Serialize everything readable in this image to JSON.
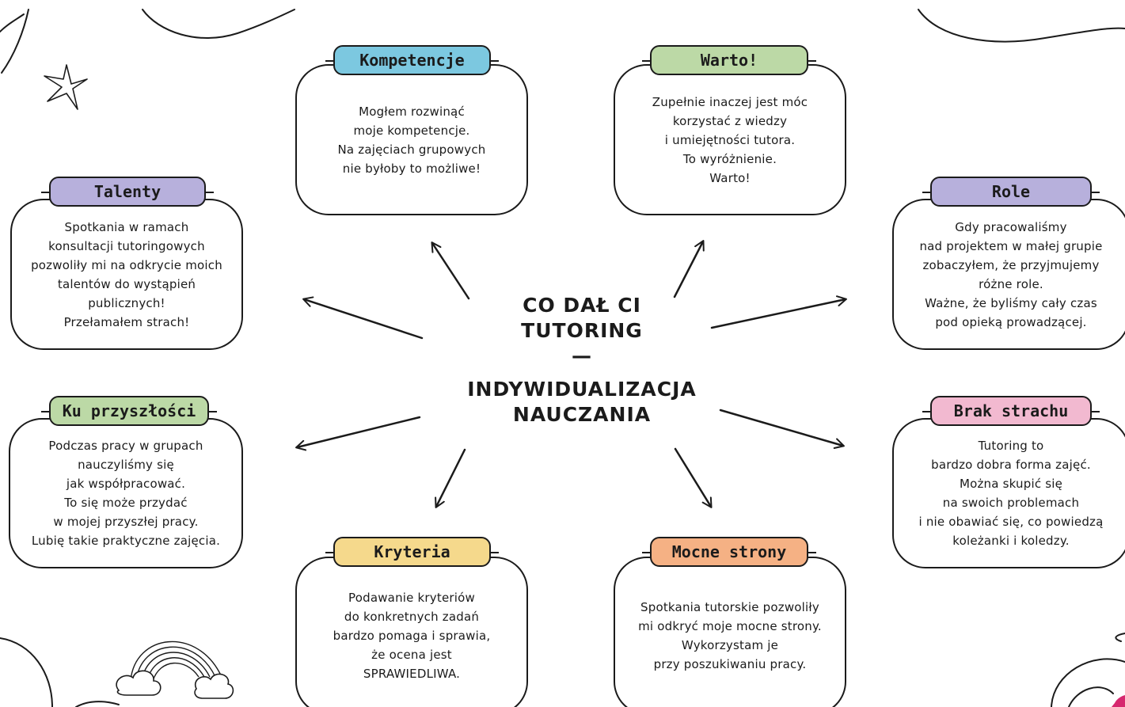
{
  "center": {
    "line1": "CO DAŁ CI",
    "line2": "TUTORING",
    "dash": "—",
    "line3": "INDYWIDUALIZACJA",
    "line4": "NAUCZANIA"
  },
  "cards": {
    "kompetencje": {
      "label": "Kompetencje",
      "color": "#7cc8e0",
      "lines": [
        "Mogłem rozwinąć",
        "moje kompetencje.",
        "Na zajęciach grupowych",
        "nie byłoby to możliwe!"
      ]
    },
    "warto": {
      "label": "Warto!",
      "color": "#bcd9a6",
      "lines": [
        "Zupełnie inaczej jest móc",
        "korzystać z wiedzy",
        "i umiejętności tutora.",
        "To wyróżnienie.",
        "Warto!"
      ]
    },
    "talenty": {
      "label": "Talenty",
      "color": "#b7b0dc",
      "lines": [
        "Spotkania w ramach",
        "konsultacji tutoringowych",
        "pozwoliły mi na odkrycie moich",
        "talentów do wystąpień",
        "publicznych!",
        "Przełamałem strach!"
      ]
    },
    "role": {
      "label": "Role",
      "color": "#b7b0dc",
      "lines": [
        "Gdy pracowaliśmy",
        "nad projektem w małej grupie",
        "zobaczyłem, że przyjmujemy",
        "różne role.",
        "Ważne, że byliśmy cały czas",
        "pod opieką prowadzącej."
      ]
    },
    "ku_przyszlosci": {
      "label": "Ku przyszłości",
      "color": "#bcd9a6",
      "lines": [
        "Podczas pracy w grupach",
        "nauczyliśmy się",
        "jak współpracować.",
        "To się może przydać",
        "w mojej przyszłej pracy.",
        "Lubię takie praktyczne zajęcia."
      ]
    },
    "brak_strachu": {
      "label": "Brak strachu",
      "color": "#f2b9d0",
      "lines": [
        "Tutoring to",
        "bardzo dobra forma zajęć.",
        "Można skupić się",
        "na swoich problemach",
        "i nie obawiać się, co powiedzą",
        "koleżanki i koledzy."
      ]
    },
    "kryteria": {
      "label": "Kryteria",
      "color": "#f5d98c",
      "lines": [
        "Podawanie kryteriów",
        "do konkretnych zadań",
        "bardzo pomaga i sprawia,",
        "że ocena jest",
        "SPRAWIEDLIWA."
      ]
    },
    "mocne_strony": {
      "label": "Mocne strony",
      "color": "#f5b184",
      "lines": [
        "Spotkania tutorskie pozwoliły",
        "mi odkryć moje mocne strony.",
        "Wykorzystam je",
        "przy poszukiwaniu pracy."
      ]
    }
  },
  "colors": {
    "stroke": "#1b1b1b",
    "accent_pink": "#d6286f"
  },
  "decor_icons": [
    "star-icon",
    "rainbow-icon",
    "cloud-icon"
  ]
}
